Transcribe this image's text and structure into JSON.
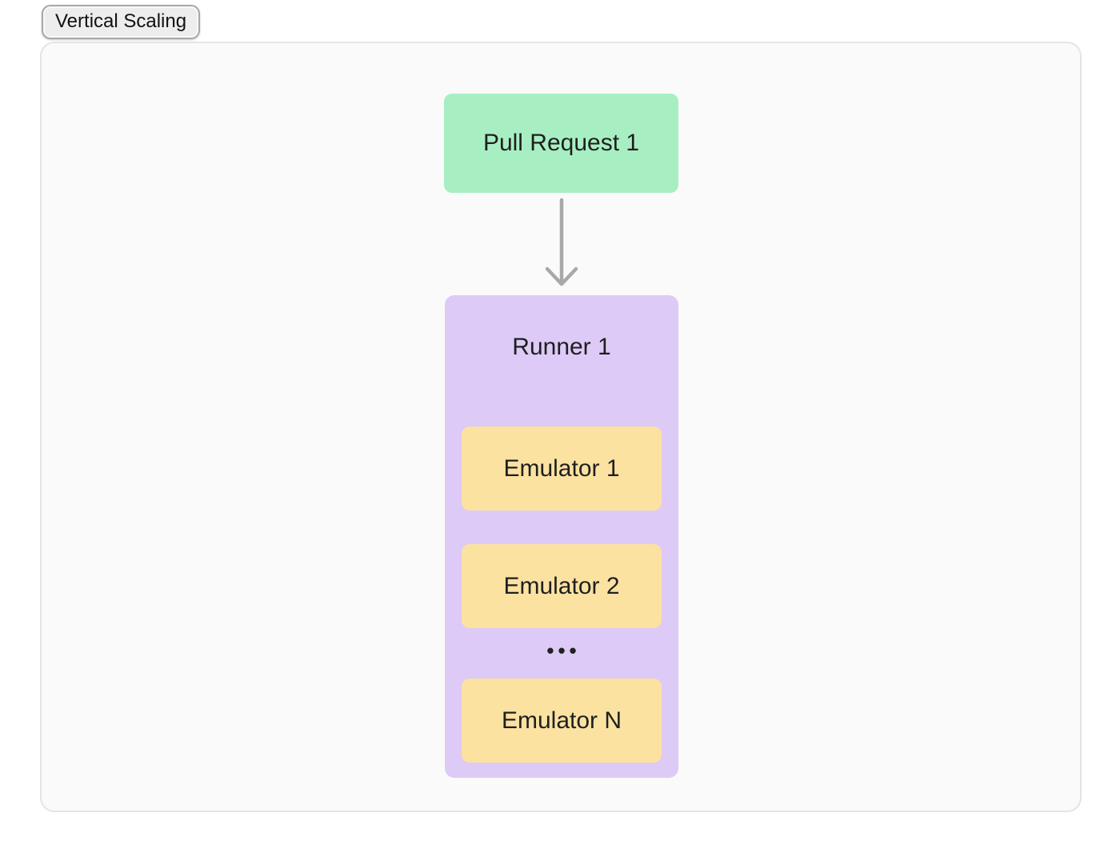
{
  "badge": {
    "label": "Vertical Scaling"
  },
  "diagram": {
    "pull_request": {
      "label": "Pull Request 1"
    },
    "arrow": {
      "direction": "down",
      "icon": "arrow-down-icon"
    },
    "runner": {
      "label": "Runner 1",
      "emulators": [
        {
          "label": "Emulator 1"
        },
        {
          "label": "Emulator 2"
        },
        {
          "label": "Emulator N"
        }
      ],
      "ellipsis": "•••"
    }
  },
  "colors": {
    "pull_request_fill": "#a7efc3",
    "runner_fill": "#ddcaf6",
    "emulator_fill": "#fbe2a1",
    "canvas_fill": "#fafafa",
    "canvas_border": "#e4e4e4",
    "arrow": "#a8a8a8",
    "badge_fill": "#ededed",
    "badge_border": "#a8a8a8",
    "text": "#1f1f1f"
  }
}
